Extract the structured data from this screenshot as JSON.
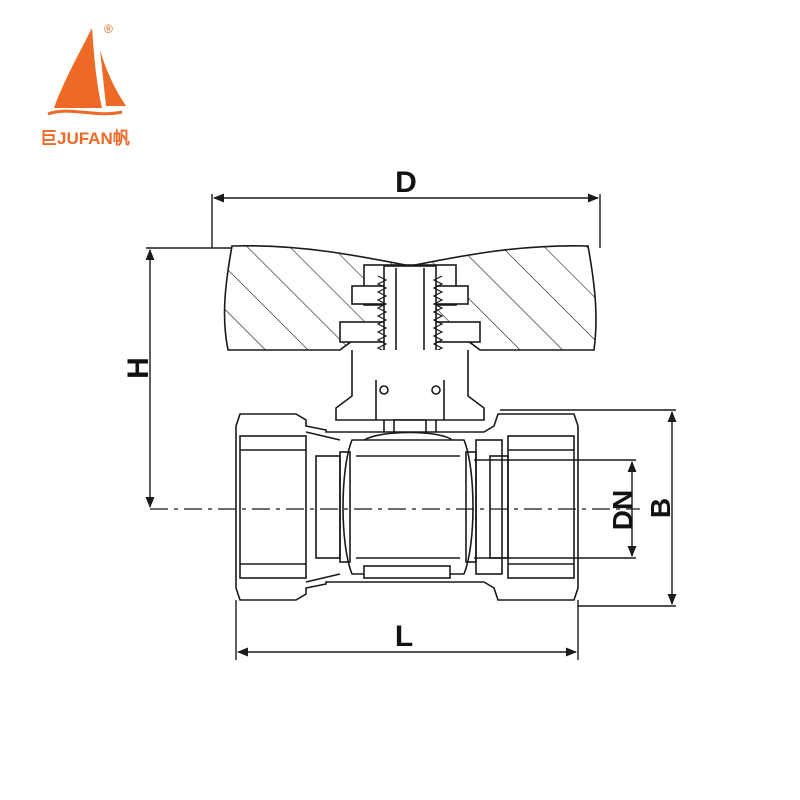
{
  "brand": {
    "name": "巨JUFAN帆",
    "registered_mark": "®",
    "color": "#ec6a26"
  },
  "dimensions": {
    "D": "D",
    "H": "H",
    "L": "L",
    "DN": "DN",
    "B": "B"
  },
  "colors": {
    "line": "#1a1a1a",
    "background": "#ffffff"
  }
}
